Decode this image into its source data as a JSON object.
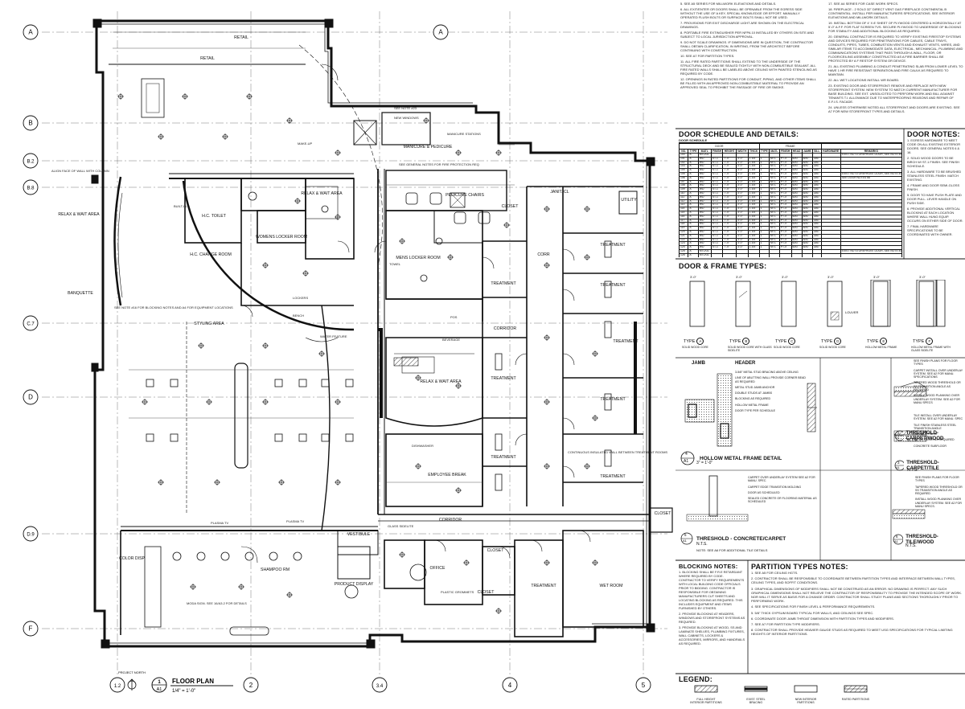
{
  "grid": {
    "rows": [
      "A",
      "B",
      "B.2",
      "B.8",
      "C.7",
      "D",
      "D.9",
      "F"
    ],
    "cols": [
      "1.2",
      "2",
      "3.4",
      "4",
      "5"
    ]
  },
  "rooms": {
    "retail": "RETAIL",
    "retail_nearby": "RETAIL",
    "styling": "STYLING AREA",
    "shampoo": "SHAMPOO RM",
    "hc_toilet": "H.C. TOILET",
    "hc_change": "H.C. CHANGE ROOM",
    "womens_locker": "WOMENS LOCKER ROOM",
    "mens_locker": "MENS LOCKER ROOM",
    "relax": "RELAX & WAIT AREA",
    "manicure": "MANICURE & PEDICURE",
    "pedicure_chairs": "PEDICURE CHAIRS",
    "corridor": "CORRIDOR",
    "corr": "CORR",
    "employee_break": "EMPLOYEE BREAK",
    "office": "OFFICE",
    "vestibule": "VESTIBULE",
    "closet": "CLOSET",
    "janitor": "JANIT. CL",
    "utility": "UTILITY",
    "wet_room": "WET ROOM",
    "treatment": "TREATMENT",
    "banquette": "BANQUETTE",
    "color_disp": "COLOR DISP",
    "product_display": "PRODUCT DISPLAY"
  },
  "annotations": {
    "see_note_23": "SEE NOTE #23",
    "new_windows": "NEW WINDOWS",
    "manicure_stations": "MANICURE STATIONS",
    "makeup": "MAKE-UP",
    "plasma_tv": "PLASMA TV",
    "plasma_tv2": "PLASMA TV",
    "beverage": "BEVERAGE",
    "dishwasher": "DISHWASHER",
    "lockers": "LOCKERS",
    "bench": "BENCH",
    "towel": "TOWEL",
    "pos": "POS",
    "built_in": "BUILT-IN",
    "water_feature": "WATER FEATURE",
    "align_face": "ALIGN FACE OF WALL WITH COLUMN",
    "continuous_insulated": "CONTINUOUS INSULATED WALL BETWEEN TREATMENT ROOMS",
    "see_general_notes": "SEE GENERAL NOTES FOR FIRE PROTECTION REQ",
    "see_note_16": "SEE NOTE #16 FOR BLOCKING NOTES AND A4 FOR EQUIPMENT LOCATIONS",
    "plastic_grommets": "PLASTIC GROMMETS",
    "glass_sidelite": "GLASS SIDELITE",
    "moda_sign": "MODA SIGN. SEE 16/A3.2 FOR DETAILS"
  },
  "title_block": {
    "label": "FLOOR PLAN",
    "number": "1",
    "sheet": "A1",
    "scale": "1/4\" = 1'-0\"",
    "north": "PROJECT NORTH"
  },
  "general_notes_left": [
    "5. SEE A5 SERIES FOR MILLWORK ELEVATIONS AND DETAILS.",
    "6. ALL EXIT/ENTER OR DOORS SHALL BE OPENABLE FROM THE EGRESS SIDE WITHOUT THE USE OF A KEY, SPECIAL KNOWLEDGE OR EFFORT. MANUALLY OPERATED FLUSH BOLTS OR SURFACE BOLTS SHALL NOT BE USED.",
    "7. PROVISIONS FOR EXIT DISCHARGE LIGHT ARE SHOWN ON THE ELECTRICAL DRAWINGS.",
    "8. PORTABLE FIRE EXTINGUISHER PER NFPA 10 INSTALLED BY OTHERS ON SITE AND SUBJECT TO LOCAL JURISDICTION APPROVAL.",
    "9. DO NOT SCALE DRAWINGS. IF DIMENSIONS ARE IN QUESTION, THE CONTRACTOR SHALL OBTAIN CLARIFICATION, IN WRITING, FROM THE ARCHITECT BEFORE CONTINUING WITH CONSTRUCTION.",
    "10. SEE A7 FOR PARTITION TYPES.",
    "11. ALL FIRE RATED PARTITIONS SHALL EXTEND TO THE UNDERSIDE OF THE STRUCTURAL DECK AND BE SEALED TIGHTLY WITH NON-COMBUSTIBLE SEALANT. ALL FIRE RATED WALLS SHALL BE LABELED ABOVE CEILING WITH PAINTED STENCILING AS REQUIRED BY CODE.",
    "12. OPENINGS IN RATED PARTITIONS FOR CONDUIT, PIPING, AND OTHER ITEMS SHALL BE FILLED WITH AN APPROVED NON-COMBUSTIBLE MATERIAL TO PROVIDE AN APPROVED SEAL TO PROHIBIT THE PASSAGE OF FIRE OR SMOKE."
  ],
  "general_notes_right": [
    "17. SEE A4 SERIES FOR CASE WORK SPECS.",
    "18. FIREPLACE - 2 SOLO 32\" DIRECT VENT GAS FIREPLACE CONTINENTAL B CONTINENTAL. INSTALL PER MANUFACTURERS SPECIFICATIONS. SEE INTERIOR ELEVATIONS AND MILLWORK DETAILS.",
    "19. INSTALL BOTTOM OF 4' X 8' SHEET OF PLYWOOD CENTERED & HORIZONTALLY AT 5'-0\" A.F.F. FOR FLAT SCREEN TVS. SECURE PLYWOOD TO UNDERSIDE OF BLOCKING FOR STABILITY AND ADDITIONAL BLOCKING AS REQUIRED.",
    "20. GENERAL CONTRACTOR IS REQUIRED TO VERIFY EXISTING FIRESTOP SYSTEMS AND DEVICES REQUIRED FOR PENETRATIONS FOR CABLES, CABLE TRAYS, CONDUITS, PIPES, TUBES, COMBUSTION VENTS AND EXHAUST VENTS, WIRES, AND SIMILAR ITEMS TO ACCOMMODATE DATA, ELECTRICAL, MECHANICAL, PLUMBING AND COMMUNICATIONS SYSTEMS THAT PASS THROUGH A WALL, FLOOR, OR FLOOR/CEILING ASSEMBLY CONSTRUCTED AS A FIRE BARRIER SHALL BE PROTECTED BY A F RESTOP SYSTEM OR DEVICE.",
    "21. ALL EXISTING PLUMBING & CONDUIT PENETRATING SLAB FROM LOWER LEVEL TO HAVE 1 HR FIRE RESISTANT SEPARATION AND FIRE CAULK AS REQUIRED TO MAINTAIN.",
    "22. ALL WET LOCATIONS INSTALL WR BOARD.",
    "23. EXISTING DOOR AND STOREFRONT: REMOVE AND REPLACE WITH NEW STOREFRONT SYSTEM. NEW SYSTEM TO MATCH CURRENT MANUFACTURER FOR BASE BUILDING. SEE EXT. UNSOLICITED TO PERFORM WORK AND BILL AGAINST TENANTS T.I. ALLOWANCE DUE TO WATERPROOFING REASONS AND REPAIR OF E.F.I.S. FACADE.",
    "24. UNLESS OTHERWISE NOTED ALL STOREFRONT AND DOORS ARE EXISTING. SEE A7 FOR NEW STOREFRONT TYPES AND DETAILS."
  ],
  "door_schedule": {
    "title": "DOOR SCHEDULE AND DETAILS:",
    "subtitle": "DOOR SCHEDULE",
    "group_door": "DOOR",
    "group_frame": "FRAME",
    "headers": [
      "NO.",
      "TYPE",
      "MATL",
      "FINISH",
      "HEIGHT",
      "WIDTH",
      "THICK",
      "TYPE",
      "MATL",
      "FINISH",
      "HEAD",
      "JAMB",
      "SILL",
      "HARDWARE",
      "REMARKS"
    ],
    "rows": [
      [
        "100",
        "A",
        "MTL/GL",
        "",
        "",
        "",
        "",
        "",
        "",
        "",
        "",
        "",
        "",
        "",
        "EXIST NO STOREFRONT DOOR, SEE NOTE #24"
      ],
      [
        "101",
        "A",
        "WD",
        "ST-1",
        "7'-0\"",
        "3'-0\"",
        "1 3/4\"",
        "1",
        "MTL",
        "PT-X",
        "6/A7",
        "6/A7",
        "3/A7",
        "",
        ""
      ],
      [
        "102",
        "A",
        "WD",
        "ST-1",
        "7'-0\"",
        "3'-0\"",
        "1 3/4\"",
        "1",
        "MTL",
        "PT-X",
        "6/A7",
        "6/A7",
        "3/A7",
        "",
        ""
      ],
      [
        "103",
        "A",
        "WD",
        "ST-1",
        "7'-0\"",
        "3'-0\"",
        "1 3/4\"",
        "1",
        "MTL",
        "PT-X",
        "6/A7",
        "6/A7",
        "3/A7",
        "",
        ""
      ],
      [
        "104",
        "A",
        "WD",
        "ST-1",
        "7'-0\"",
        "3'-0\"",
        "1 3/4\"",
        "1",
        "MTL",
        "PT-X",
        "6/A7",
        "6/A7",
        "3/A7",
        "",
        ""
      ],
      [
        "105",
        "A",
        "WD",
        "ST-1",
        "7'-0\"",
        "3'-0\"",
        "1 3/4\"",
        "1",
        "MTL",
        "PT-X",
        "6/A7",
        "6/A7",
        "3/A7",
        "",
        "EXIST NO STOREFRONT DOOR, SEE NOTE #24"
      ],
      [
        "106",
        "A",
        "WD",
        "ST-1",
        "7'-0\"",
        "3'-0\"",
        "1 3/4\"",
        "1",
        "MTL",
        "PT-X",
        "6/A7",
        "6/A7",
        "3/A7",
        "",
        "SEE DOOR NOTES #8"
      ],
      [
        "107",
        "A",
        "WD",
        "ST-1",
        "7'-0\"",
        "3'-0\"",
        "1 3/4\"",
        "1",
        "MTL",
        "PT-X",
        "6/A7",
        "6/A7",
        "3/A7",
        "",
        ""
      ],
      [
        "108",
        "A",
        "WD",
        "ST-1",
        "7'-0\"",
        "3'-0\"",
        "1 3/4\"",
        "1",
        "MTL",
        "PT-X",
        "6/A7",
        "6/A7",
        "3/A7",
        "",
        ""
      ],
      [
        "109",
        "A",
        "WD",
        "ST-1",
        "7'-0\"",
        "3'-0\"",
        "1 3/4\"",
        "1",
        "MTL",
        "PT-X",
        "6/A7",
        "6/A7",
        "3/A7",
        "",
        ""
      ],
      [
        "110",
        "A",
        "WD",
        "ST-1",
        "7'-0\"",
        "3'-0\"",
        "1 3/4\"",
        "1",
        "MTL",
        "PT-X",
        "6/A7",
        "6/A7",
        "3/A7",
        "",
        ""
      ],
      [
        "111",
        "A",
        "WD",
        "ST-1",
        "7'-0\"",
        "3'-0\"",
        "1 3/4\"",
        "1",
        "MTL",
        "PT-X",
        "6/A7",
        "6/A7",
        "3/A7",
        "",
        ""
      ],
      [
        "112",
        "A",
        "WD",
        "ST-1",
        "7'-0\"",
        "3'-0\"",
        "1 3/4\"",
        "1",
        "MTL",
        "PT-X",
        "6/A7",
        "6/A7",
        "3/A7",
        "",
        ""
      ],
      [
        "113",
        "A",
        "WD",
        "ST-1",
        "7'-0\"",
        "3'-0\"",
        "1 3/4\"",
        "1",
        "MTL",
        "PT-X",
        "6/A7",
        "6/A7",
        "3/A7",
        "",
        ""
      ],
      [
        "114",
        "A",
        "WD",
        "ST-1",
        "7'-0\"",
        "3'-0\"",
        "1 3/4\"",
        "1",
        "MTL",
        "PT-X",
        "6/A7",
        "6/A7",
        "3/A7",
        "",
        ""
      ],
      [
        "115",
        "A",
        "WD",
        "ST-1",
        "7'-0\"",
        "3'-0\"",
        "1 3/4\"",
        "1",
        "MTL",
        "PT-X",
        "6/A7",
        "6/A7",
        "3/A7",
        "",
        ""
      ],
      [
        "116",
        "A",
        "WD",
        "ST-1",
        "7'-0\"",
        "3'-0\"",
        "1 3/4\"",
        "1",
        "MTL",
        "PT-X",
        "6/A7",
        "6/A7",
        "3/A7",
        "",
        ""
      ],
      [
        "117",
        "A",
        "WD",
        "ST-1",
        "7'-0\"",
        "3'-0\"",
        "1 3/4\"",
        "1",
        "MTL",
        "PT-X",
        "6/A7",
        "6/A7",
        "3/A7",
        "",
        ""
      ],
      [
        "118",
        "A",
        "WD",
        "ST-1",
        "7'-0\"",
        "3'-0\"",
        "1 3/4\"",
        "1",
        "MTL",
        "PT-X",
        "6/A7",
        "6/A7",
        "3/A7",
        "",
        ""
      ],
      [
        "119",
        "A",
        "WD",
        "ST-1",
        "7'-0\"",
        "3'-0\"",
        "1 3/4\"",
        "1",
        "MTL",
        "PT-X",
        "6/A7",
        "6/A7",
        "3/A7",
        "",
        ""
      ],
      [
        "120",
        "A",
        "WD",
        "ST-1",
        "7'-0\"",
        "3'-0\"",
        "1 3/4\"",
        "1",
        "MTL",
        "PT-X",
        "6/A7",
        "6/A7",
        "3/A7",
        "",
        ""
      ],
      [
        "121",
        "A",
        "WD",
        "ST-1",
        "7'-0\"",
        "3'-0\"",
        "1 3/4\"",
        "1",
        "MTL",
        "PT-X",
        "6/A7",
        "6/A7",
        "3/A7",
        "",
        ""
      ],
      [
        "122",
        "A",
        "WD",
        "ST-1",
        "7'-0\"",
        "3'-0\"",
        "1 3/4\"",
        "1",
        "MTL",
        "PT-X",
        "6/A7",
        "6/A7",
        "3/A7",
        "",
        ""
      ],
      [
        "123",
        "A",
        "WD",
        "ST-1",
        "7'-0\"",
        "3'-0\"",
        "1 3/4\"",
        "1",
        "MTL",
        "PT-X",
        "6/A7",
        "6/A7",
        "3/A7",
        "",
        ""
      ],
      [
        "124",
        "A",
        "WD",
        "ST-1",
        "7'-0\"",
        "3'-0\"",
        "1 3/4\"",
        "1",
        "MTL",
        "PT-X",
        "6/A7",
        "6/A7",
        "3/A7",
        "",
        ""
      ],
      [
        "125",
        "A",
        "MTL/GL",
        "",
        "",
        "",
        "",
        "",
        "",
        "",
        "",
        "",
        "",
        "",
        "EXIST NO STOREFRONT DOOR, SEE NOTE #24"
      ],
      [
        "126",
        "A",
        "MTL/GL",
        "",
        "",
        "",
        "",
        "",
        "",
        "",
        "",
        "",
        "",
        "",
        ""
      ],
      [
        "126A",
        "A",
        "MTL/GL",
        "",
        "",
        "",
        "",
        "",
        "",
        "",
        "",
        "",
        "",
        "",
        "TEMPERED 1/2\" SIDELITE"
      ]
    ]
  },
  "door_notes": {
    "title": "DOOR NOTES:",
    "items": [
      "1. EGRESS HARDWARE TO MEET CODE ON ALL EXISTING EXTERIOR DOORS. SEE GENERAL NOTES 6 & 16.",
      "2. SOLID WOOD DOORS TO BE BIRCH W/ ST-1 FINISH. SEE FINISH SCHEDULE.",
      "3. ALL HARDWARE TO BE BRUSHED STAINLESS STEEL FINISH. MATCH EXISTING.",
      "4. FRAME AND DOOR SEMI-GLOSS FINISH.",
      "5. DOOR TO HAVE PUSH PLATE AND DOOR PULL. LEVER HANDLE ON PUSH SIDE.",
      "6. PROVIDE ADDITIONAL VERTICAL BLOCKING AT EACH LOCATION WHERE WALL HUNG EQUIP. OCCURS ON EITHER SIDE OF DOOR.",
      "7. FINAL HARDWARE SPECIFICATIONS TO BE COORDINATED WITH OWNER."
    ]
  },
  "door_types": {
    "title": "DOOR & FRAME TYPES:",
    "items": [
      {
        "letter": "A",
        "caption": "SOLID WOOD CORE"
      },
      {
        "letter": "B",
        "caption": "SOLID WOOD CORE WITH GLASS SIDELITE"
      },
      {
        "letter": "C",
        "caption": "SOLID WOOD CORE"
      },
      {
        "letter": "D",
        "caption": "SOLID WOOD CORE"
      },
      {
        "letter": "E",
        "caption": "HOLLOW METAL FRAME"
      },
      {
        "letter": "F",
        "caption": "HOLLOW METAL FRAME WITH GLASS SIDELITE"
      }
    ],
    "louver": "LOUVER",
    "width_label": "3'-0\"",
    "prefix": "TYPE"
  },
  "details": {
    "jamb": "JAMB",
    "header": "HEADER",
    "d4_title": "HOLLOW METAL FRAME DETAIL",
    "d4_scale": "3\" = 1'-0\"",
    "d4_num": "4",
    "d2_title": "THRESHOLD-CARPET/WOOD",
    "d2_num": "2",
    "d3_title": "THRESHOLD-CARPET/TILE",
    "d3_num": "3",
    "d5_title": "THRESHOLD - CONCRETE/CARPET",
    "d5_num": "5",
    "d6_title": "THRESHOLD-TILE/WOOD",
    "d6_num": "6",
    "sheet_ref": "A1",
    "nts": "N.T.S.",
    "d4_labels": [
      "3-5/8\" METAL STUD BRACING ABOVE CEILING",
      "LINE OF ABUTTING WALL PROVIDE CORNER BEAD AS REQUIRED",
      "METAL STUD JAMB ANCHOR",
      "DOUBLE STUDS AT JAMBS",
      "BLOCKING AS REQUIRED",
      "HOLLOW METAL FRAME",
      "DOOR TYPE PER SCHEDULE"
    ],
    "d2_labels": [
      "SEE FINISH PLANS FOR FLOOR TYPES",
      "CARPET INSTALL OVER UNDERLAY SYSTEM. SEE A2 FOR MANU. SPECIFICATIONS",
      "TAPERED WOOD THRESHOLD OR SS TRANSITION ANGLE AS REQUIRED",
      "INSTALL WOOD PLANKING OVER UNDERLAY SYSTEM. SEE A2 FOR MANU SPECS"
    ],
    "d3_labels": [
      "TILE INSTALL OVER UNDERLAY SYSTEM. SEE A2 FOR MANU. SPEC",
      "TILE FINISH STAINLESS STEEL TRANSITION ANGLE",
      "1/8\" BATH FINISH",
      "TAPER FLOOR AS REQUIRED",
      "CONCRETE SUBFLOOR"
    ],
    "d5_labels": [
      "CARPET OVER UNDERLAY SYSTEM SEE A2 FOR MANU. SPEC.",
      "CARPET EDGE TRANSITION MOLDING",
      "DOOR AS SCHEDULED",
      "SEALED CONCRETE OR FLOORING MATERIAL AS SCHEDULED"
    ],
    "d6_labels": [
      "SEE FINISH PLANS FOR FLOOR TYPES",
      "TAPERED WOOD THRESHOLD OR SS TRANSITION ANGLE AS REQUIRED",
      "INSTALL WOOD PLANKING OVER UNDERLAY SYSTEM. SEE A2 FOR MANU SPECS."
    ],
    "note": "NOTE: SEE A6 FOR ADDITIONAL TILE DETAILS"
  },
  "blocking_notes": {
    "title": "BLOCKING NOTES:",
    "items": [
      "1. BLOCKING SHALL BE F.R.E RETARDANT WHERE REQUIRED BY CODE. CONTRACTOR TO VERIFY REQUIREMENTS WITH LOCAL BUILDING CODE OFFICIALS PRIOR TO BIDDING. CONTRACTOR IS RESPONSIBLE FOR OBTAINING MANUFACTURERS CUT SHEETS AND LOCATING BLOCKING AS REQUIRED. THIS INCLUDES EQUIPMENT AND ITEMS FURNISHED BY OTHERS.",
      "2. PROVIDE BLOCKING AT HEADERS, WINDOWS AND STOREFRONT SYSTEMS AS REQUIRED.",
      "3. PROVIDE BLOCKING AT WOOD, SS AND LAMINATE SHELVES, PLUMBING FIXTURES, WALL CABINETS, LOCKERS & ACCESSORIES, MIRRORS, AND HANDRAILS AS REQUIRED."
    ]
  },
  "partition_notes": {
    "title": "PARTITION TYPES NOTES:",
    "items": [
      "1. SEE A5 FOR CEILING HGTS.",
      "2. CONTRACTOR SHALL BE RESPONSIBLE TO COORDINATE BETWEEN PARTITION TYPES AND INTERFACE BETWEEN WALL TYPES, CEILING TYPES, AND SOFFIT CONDITIONS.",
      "3. GRAPHICAL DIMENSIONS OF MODIFIERS SHALL NOT BE CONSTRUED AS AN ERROR. NO DRAWING IS PERFECT. ANY SUCH GRAPHICAL DIMENSIONS SHALL NOT RELIEVE THE CONTRACTOR OF RESPONSIBILITY TO PROVIDE THE INTENDED SCOPE OF WORK. NOR WILL IT SERVE AS BASIS FOR A CHANGE ORDER. CONTRACTOR SHALL STUDY PLANS AND SECTIONS THOROUGHLY PRIOR TO PERFORMING WORK.",
      "4. SEE SPECIFICATIONS FOR FINISH LEVEL & PERFORMANCE REQUIREMENTS.",
      "5. 5/8\" THICK GYPSUM BOARD TYPICAL FOR WALLS, AND CEILINGS SEE SPEC.",
      "6. COORDINATE DOOR JAMB THROAT DIMENSION WITH PARTITION TYPES AND MODIFIERS.",
      "7. SEE A7 FOR PARTITION TYPE MODIFIERS.",
      "8. CONTRACTOR SHALL PROVIDE HEAVIER GAUGE STUDS AS REQUIRED TO MEET USG SPECIFICATIONS FOR TYPICAL LIMITING HEIGHTS OF INTERIOR PARTITIONS."
    ]
  },
  "legend": {
    "title": "LEGEND:",
    "items": [
      "FULL HEIGHT INTERIOR PARTITIONS",
      "EXIST. STEEL BRACING",
      "NEW INTERIOR PARTITIONS",
      "RATED PARTITIONS"
    ]
  },
  "colors": {
    "ink": "#111111",
    "paper": "#ffffff",
    "grid": "#555555"
  }
}
